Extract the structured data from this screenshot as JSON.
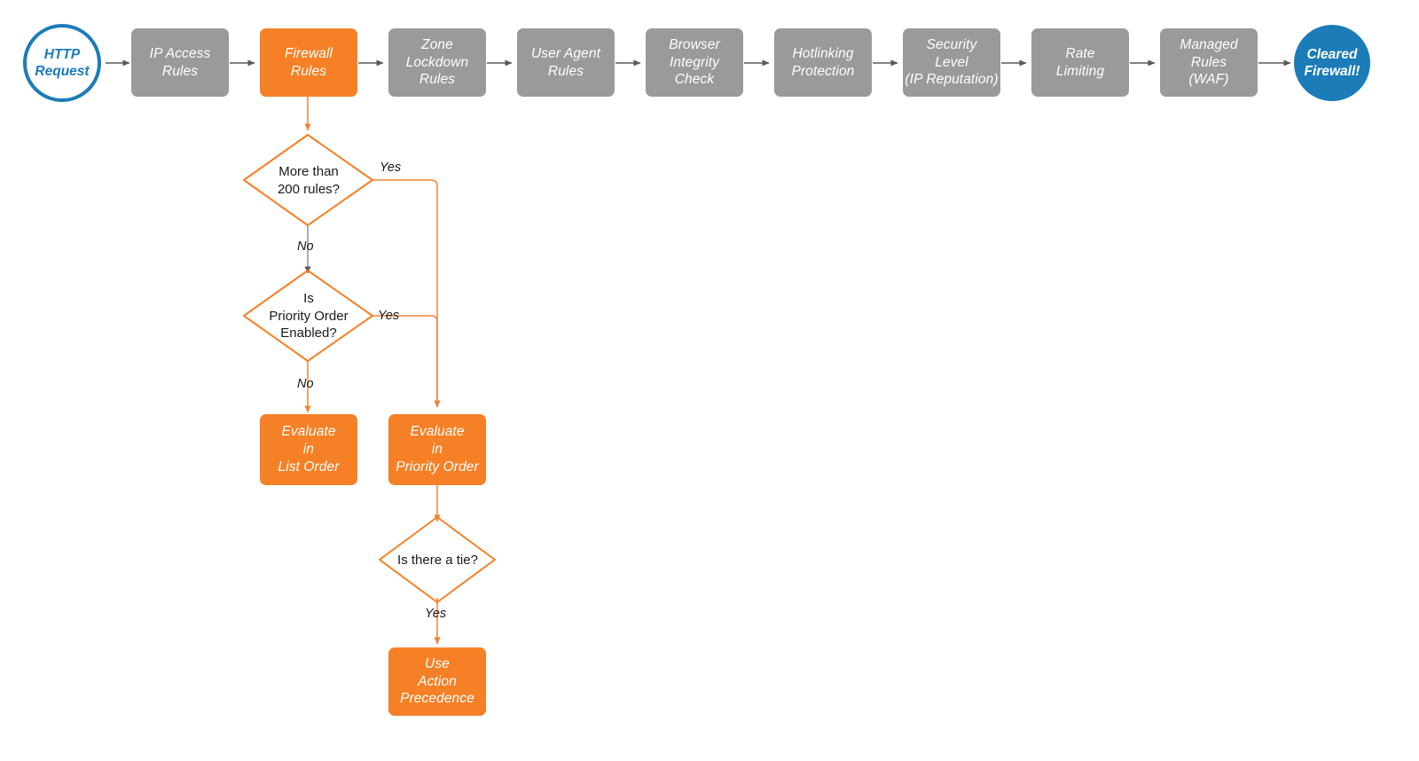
{
  "colors": {
    "orange": "#f58026",
    "orange_line": "#f58a52",
    "gray": "#9a9a9a",
    "gray_line": "#595959",
    "blue": "#1c7cb8",
    "text_dark": "#1a1a1a",
    "white": "#ffffff",
    "background": "#ffffff"
  },
  "pipeline": {
    "start": {
      "label": "HTTP Request",
      "line1": "HTTP",
      "line2": "Request",
      "kind": "terminator-start"
    },
    "steps": [
      {
        "id": "ip-access-rules",
        "lines": [
          "IP Access",
          "Rules"
        ],
        "highlight": false
      },
      {
        "id": "firewall-rules",
        "lines": [
          "Firewall",
          "Rules"
        ],
        "highlight": true
      },
      {
        "id": "zone-lockdown-rules",
        "lines": [
          "Zone",
          "Lockdown",
          "Rules"
        ],
        "highlight": false
      },
      {
        "id": "user-agent-rules",
        "lines": [
          "User Agent",
          "Rules"
        ],
        "highlight": false
      },
      {
        "id": "browser-integrity-check",
        "lines": [
          "Browser",
          "Integrity",
          "Check"
        ],
        "highlight": false
      },
      {
        "id": "hotlinking-protection",
        "lines": [
          "Hotlinking",
          "Protection"
        ],
        "highlight": false
      },
      {
        "id": "security-level",
        "lines": [
          "Security",
          "Level",
          "(IP Reputation)"
        ],
        "highlight": false
      },
      {
        "id": "rate-limiting",
        "lines": [
          "Rate",
          "Limiting"
        ],
        "highlight": false
      },
      {
        "id": "managed-rules-waf",
        "lines": [
          "Managed",
          "Rules",
          "(WAF)"
        ],
        "highlight": false
      }
    ],
    "end": {
      "label": "Cleared Firewall!",
      "line1": "Cleared",
      "line2": "Firewall!",
      "kind": "terminator-end"
    }
  },
  "branch": {
    "decisions": [
      {
        "id": "more-than-200-rules",
        "lines": [
          "More than",
          "200 rules?"
        ]
      },
      {
        "id": "is-priority-order-enabled",
        "lines": [
          "Is",
          "Priority Order",
          "Enabled?"
        ]
      },
      {
        "id": "is-there-a-tie",
        "lines": [
          "Is there a tie?"
        ]
      }
    ],
    "outcomes": [
      {
        "id": "evaluate-in-list-order",
        "lines": [
          "Evaluate",
          "in",
          "List Order"
        ]
      },
      {
        "id": "evaluate-in-priority-order",
        "lines": [
          "Evaluate",
          "in",
          "Priority Order"
        ]
      },
      {
        "id": "use-action-precedence",
        "lines": [
          "Use",
          "Action",
          "Precedence"
        ]
      }
    ],
    "edge_labels": {
      "yes_200": "Yes",
      "no_200": "No",
      "yes_priority": "Yes",
      "no_priority": "No",
      "yes_tie": "Yes"
    }
  }
}
